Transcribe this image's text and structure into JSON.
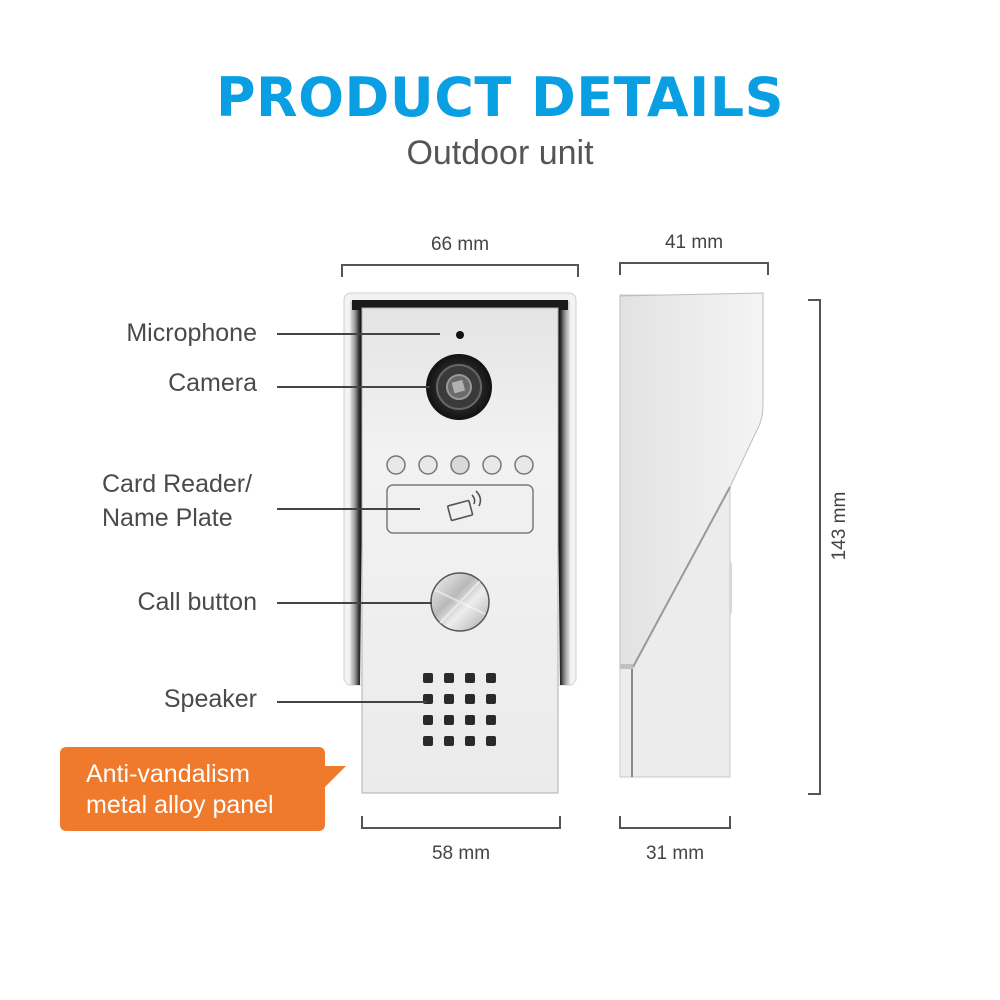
{
  "header": {
    "title": "PRODUCT DETAILS",
    "subtitle": "Outdoor unit"
  },
  "dimensions": {
    "front_top_width": "66 mm",
    "front_bottom_width": "58 mm",
    "side_top_depth": "41 mm",
    "side_bottom_depth": "31 mm",
    "height": "143 mm"
  },
  "callouts": [
    {
      "label": "Microphone"
    },
    {
      "label": "Camera"
    },
    {
      "label_line1": "Card Reader/",
      "label_line2": "Name Plate"
    },
    {
      "label": "Call button"
    },
    {
      "label": "Speaker"
    }
  ],
  "feature_bubble": {
    "line1": "Anti-vandalism",
    "line2": "metal alloy panel",
    "color": "#ef7a2b"
  },
  "colors": {
    "title": "#0a9ee3",
    "text": "#4a4a4a",
    "accent": "#ef7a2b"
  },
  "device": {
    "indicator_led_count": 5,
    "speaker_grille": "4x4",
    "icons": [
      "microphone-hole-icon",
      "camera-lens-icon",
      "indicator-led-icon",
      "rfid-card-icon",
      "call-button-icon",
      "speaker-grille-icon"
    ]
  }
}
